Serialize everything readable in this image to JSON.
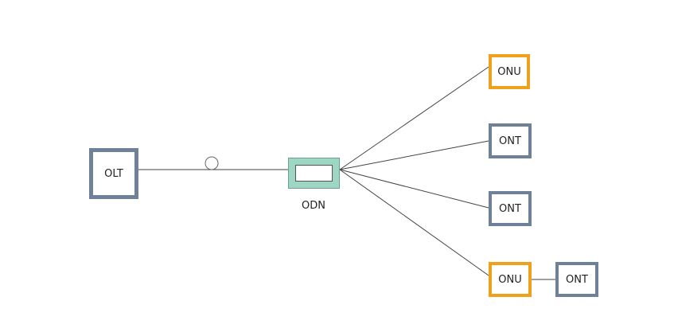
{
  "diagram": {
    "olt": {
      "label": "OLT"
    },
    "odn": {
      "label": "ODN"
    },
    "endpoints": [
      {
        "label": "ONU",
        "kind": "orange"
      },
      {
        "label": "ONT",
        "kind": "gray"
      },
      {
        "label": "ONT",
        "kind": "gray"
      },
      {
        "label": "ONU",
        "kind": "orange"
      },
      {
        "label": "ONT",
        "kind": "gray"
      }
    ]
  },
  "colors": {
    "orange": "#f0a11b",
    "gray": "#6f8099",
    "odn_fill": "#9ed6c4",
    "line": "#444444"
  }
}
